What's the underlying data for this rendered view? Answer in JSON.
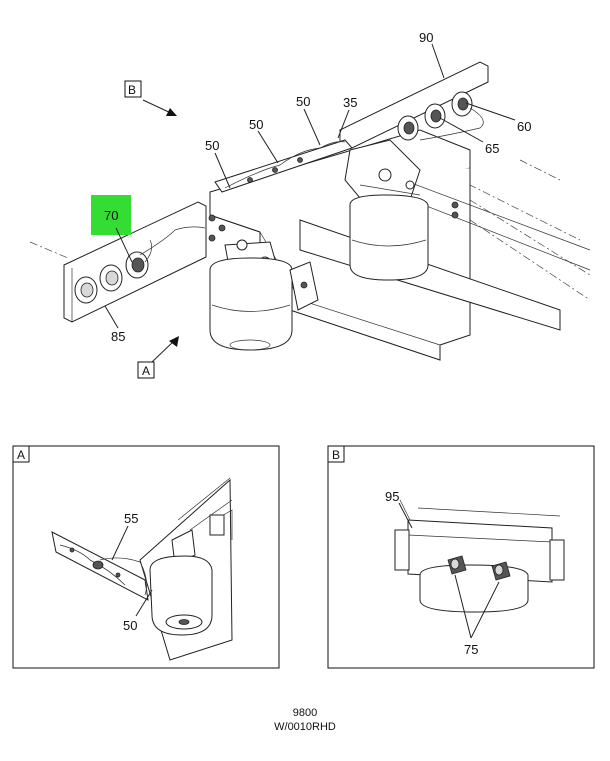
{
  "main_view": {
    "callouts": {
      "c90": "90",
      "c50a": "50",
      "c35": "35",
      "c50b": "50",
      "c50c": "50",
      "c60": "60",
      "c65": "65",
      "c70": "70",
      "c85": "85"
    },
    "view_labels": {
      "b": "B",
      "a": "A"
    },
    "highlight_color": "#33dd33"
  },
  "detail_a": {
    "label": "A",
    "callouts": {
      "c55": "55",
      "c50": "50"
    }
  },
  "detail_b": {
    "label": "B",
    "callouts": {
      "c95": "95",
      "c75": "75"
    }
  },
  "footer": {
    "line1": "9800",
    "line2": "W/0010RHD"
  }
}
